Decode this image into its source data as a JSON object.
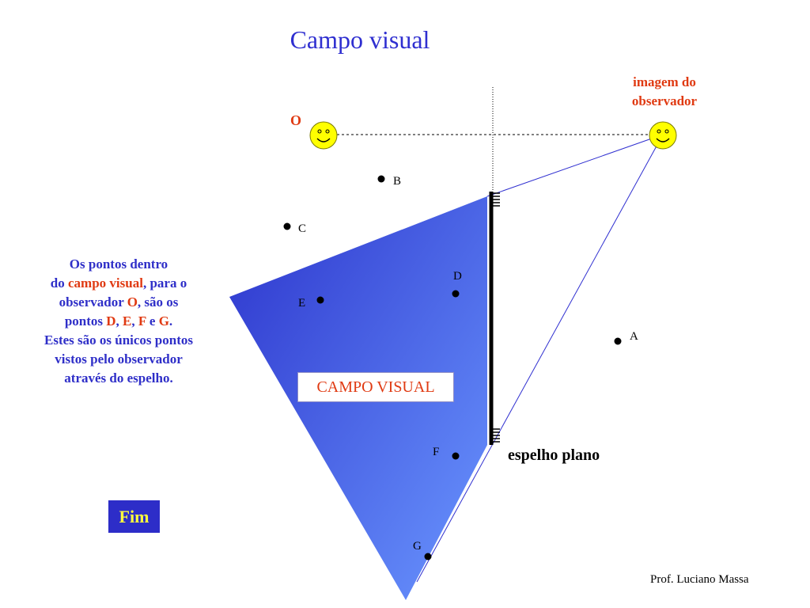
{
  "title": "Campo visual",
  "observer_label": "O",
  "image_label_line1": "imagem do",
  "image_label_line2": "observador",
  "points": {
    "A": "A",
    "B": "B",
    "C": "C",
    "D": "D",
    "E": "E",
    "F": "F",
    "G": "G"
  },
  "description": {
    "p1": "Os pontos dentro",
    "p2a": "do ",
    "p2_red": "campo visual",
    "p2b": ", para o",
    "p3a": "observador  ",
    "p3_red": "O",
    "p3b": ",  são os",
    "p4a": "pontos  ",
    "p4_d": "D",
    "p4_sep1": ", ",
    "p4_e": "E",
    "p4_sep2": ", ",
    "p4_f": "F",
    "p4_sep3": " e ",
    "p4_g": "G",
    "p4_end": ".",
    "p5": "Estes são os únicos pontos",
    "p6": "vistos pelo observador",
    "p7": "através do espelho."
  },
  "field_label": "CAMPO VISUAL",
  "mirror_label": "espelho plano",
  "end_button": "Fim",
  "author": "Prof. Luciano Massa",
  "colors": {
    "title_blue": "#2f2fd0",
    "label_red": "#e03a12",
    "field_gradient_start": "#2c34cc",
    "field_gradient_end": "#6a96ff",
    "face_yellow": "#ffff00",
    "button_bg": "#2d2dc8",
    "button_text": "#ffff3c"
  },
  "icons": [
    "smiley-face-icon"
  ]
}
